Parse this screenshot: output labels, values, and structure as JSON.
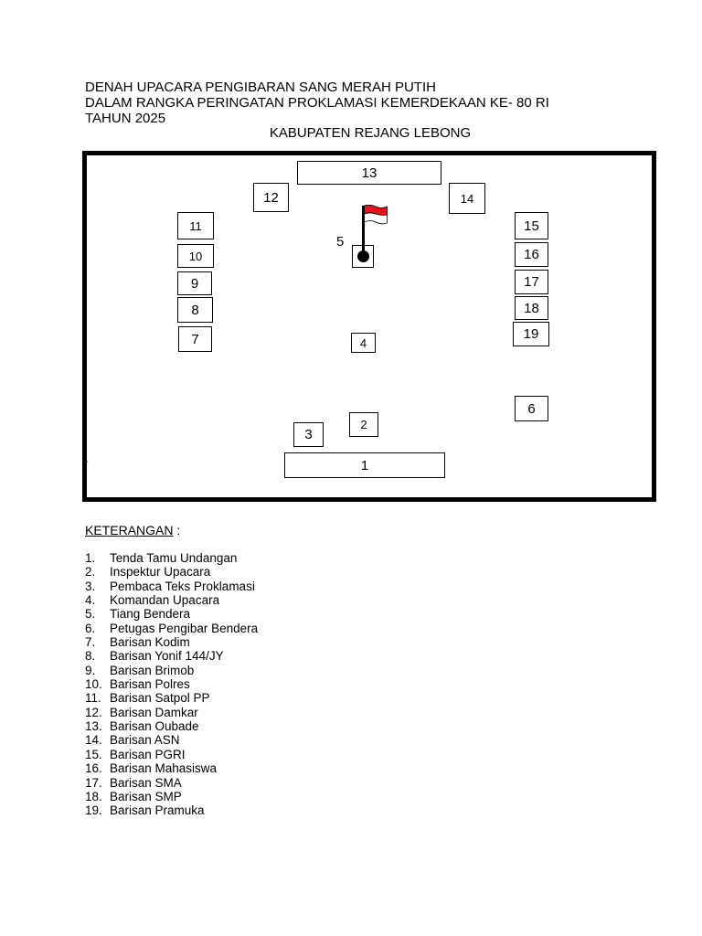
{
  "header": {
    "line1": "DENAH UPACARA PENGIBARAN SANG MERAH PUTIH",
    "line2": "DALAM RANGKA PERINGATAN PROKLAMASI KEMERDEKAAN KE- 80 RI",
    "line3": "TAHUN 2025",
    "subtitle": "KABUPATEN REJANG LEBONG"
  },
  "diagram": {
    "boxes": {
      "b1": "1",
      "b2": "2",
      "b3": "3",
      "b4": "4",
      "b6": "6",
      "b7": "7",
      "b8": "8",
      "b9": "9",
      "b10": "10",
      "b11": "11",
      "b12": "12",
      "b13": "13",
      "b14": "14",
      "b15": "15",
      "b16": "16",
      "b17": "17",
      "b18": "18",
      "b19": "19"
    },
    "flag_label": "5",
    "flag_colors": {
      "top": "#e8141b",
      "bottom": "#ffffff"
    },
    "stray_mark": "-"
  },
  "legend": {
    "title": "KETERANGAN",
    "title_suffix": " :",
    "items": [
      {
        "num": "1.",
        "label": "Tenda Tamu Undangan"
      },
      {
        "num": "2.",
        "label": "Inspektur Upacara"
      },
      {
        "num": "3.",
        "label": "Pembaca Teks Proklamasi"
      },
      {
        "num": "4.",
        "label": "Komandan Upacara"
      },
      {
        "num": "5.",
        "label": "Tiang Bendera"
      },
      {
        "num": "6.",
        "label": "Petugas Pengibar Bendera"
      },
      {
        "num": "7.",
        "label": "Barisan Kodim"
      },
      {
        "num": "8.",
        "label": "Barisan Yonif 144/JY"
      },
      {
        "num": "9.",
        "label": "Barisan Brimob"
      },
      {
        "num": "10.",
        "label": "Barisan Polres"
      },
      {
        "num": "11.",
        "label": "Barisan Satpol PP"
      },
      {
        "num": "12.",
        "label": "Barisan Damkar"
      },
      {
        "num": "13.",
        "label": "Barisan Oubade"
      },
      {
        "num": "14.",
        "label": "Barisan ASN"
      },
      {
        "num": "15.",
        "label": "Barisan PGRI"
      },
      {
        "num": "16.",
        "label": "Barisan Mahasiswa"
      },
      {
        "num": "17.",
        "label": "Barisan SMA"
      },
      {
        "num": "18.",
        "label": "Barisan SMP"
      },
      {
        "num": "19.",
        "label": "Barisan Pramuka"
      }
    ]
  }
}
